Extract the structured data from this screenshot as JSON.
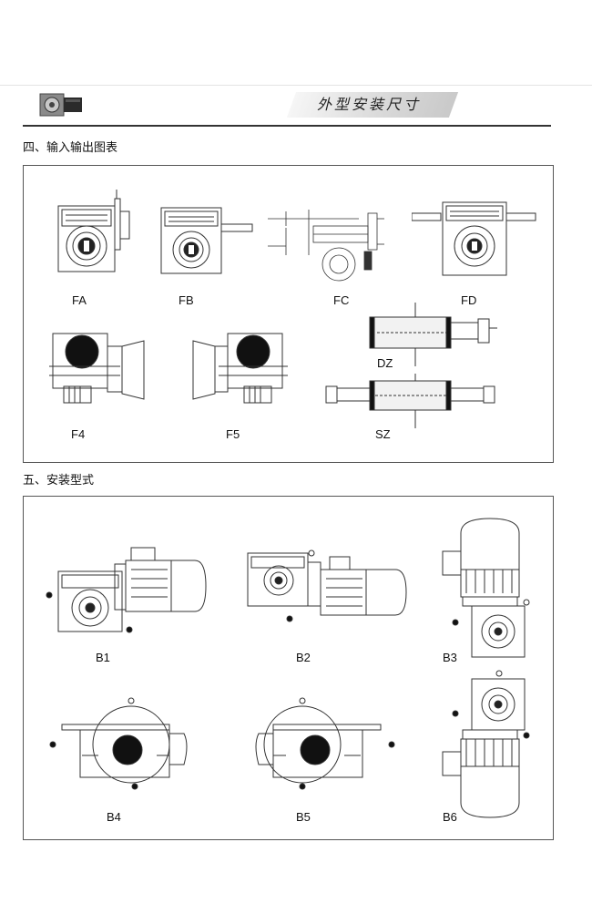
{
  "header": {
    "title": "外型安装尺寸"
  },
  "section4": {
    "heading": "四、输入输出图表",
    "labels": {
      "fa": "FA",
      "fb": "FB",
      "fc": "FC",
      "fd": "FD",
      "f4": "F4",
      "f5": "F5",
      "dz": "DZ",
      "sz": "SZ"
    }
  },
  "section5": {
    "heading": "五、安装型式",
    "labels": {
      "b1": "B1",
      "b2": "B2",
      "b3": "B3",
      "b4": "B4",
      "b5": "B5",
      "b6": "B6"
    }
  }
}
